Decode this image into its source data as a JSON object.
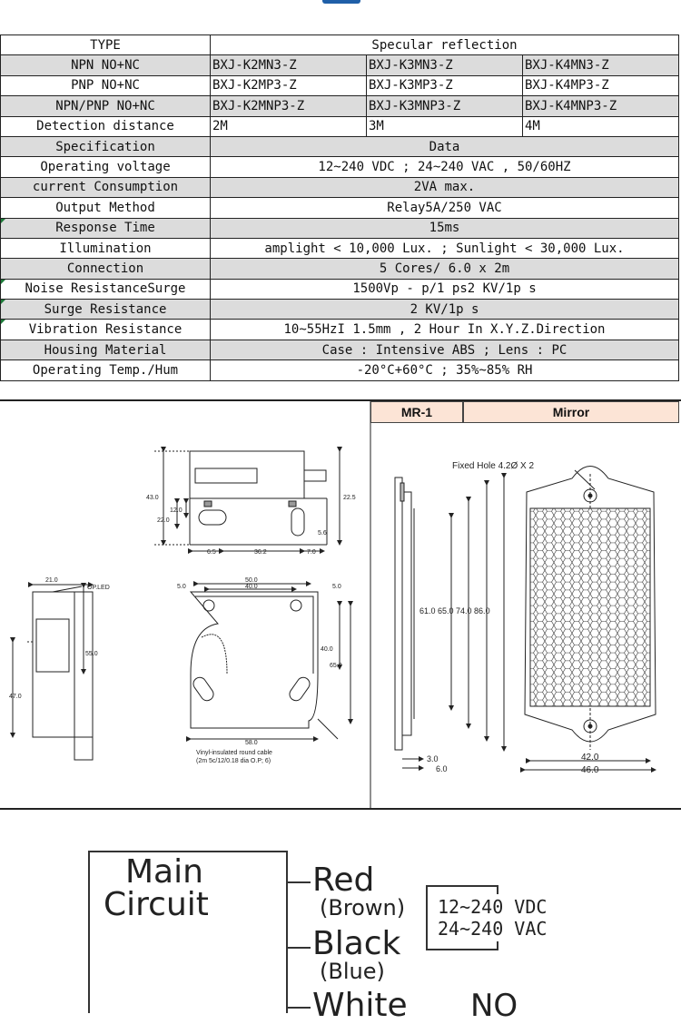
{
  "spec_table": {
    "header": {
      "label": "TYPE",
      "value": "Specular reflection"
    },
    "rows_models": [
      {
        "label": "NPN NO+NC",
        "models": [
          "BXJ-K2MN3-Z",
          "BXJ-K3MN3-Z",
          "BXJ-K4MN3-Z"
        ]
      },
      {
        "label": "PNP NO+NC",
        "models": [
          "BXJ-K2MP3-Z",
          "BXJ-K3MP3-Z",
          "BXJ-K4MP3-Z"
        ]
      },
      {
        "label": "NPN/PNP NO+NC",
        "models": [
          "BXJ-K2MNP3-Z",
          "BXJ-K3MNP3-Z",
          "BXJ-K4MNP3-Z"
        ]
      },
      {
        "label": "Detection distance",
        "models": [
          "2M",
          "3M",
          "4M"
        ]
      }
    ],
    "rows_specs": [
      {
        "label": "Specification",
        "value": "Data"
      },
      {
        "label": "Operating voltage",
        "value": "12~240 VDC ; 24~240 VAC , 50/60HZ"
      },
      {
        "label": "current Consumption",
        "value": "2VA max."
      },
      {
        "label": "Output Method",
        "value": "Relay5A/250 VAC"
      },
      {
        "label": "Response Time",
        "value": "15ms"
      },
      {
        "label": "Illumination",
        "value": "amplight < 10,000 Lux. ; Sunlight < 30,000 Lux."
      },
      {
        "label": "Connection",
        "value": "5 Cores/ 6.0 x 2m"
      },
      {
        "label": "Noise ResistanceSurge",
        "value": "1500Vp - p/1 ps2 KV/1p s"
      },
      {
        "label": "Surge Resistance",
        "value": "2 KV/1p s"
      },
      {
        "label": "Vibration Resistance",
        "value": "10~55HzI 1.5mm , 2 Hour In X.Y.Z.Direction"
      },
      {
        "label": "Housing Material",
        "value": "Case : Intensive ABS ; Lens : PC"
      },
      {
        "label": "Operating Temp./Hum",
        "value": "-20°C+60°C ; 35%~85% RH"
      }
    ]
  },
  "mirror_panel": {
    "model": "MR-1",
    "title": "Mirror",
    "hole_note": "Fixed Hole 4.2Ø X 2",
    "dims_height": "61.0 65.0 74.0 86.0",
    "dim_3": "3.0",
    "dim_6": "6.0",
    "dim_42": "42.0",
    "dim_46": "46.0"
  },
  "sensor_drawing": {
    "d43": "43.0",
    "d12": "12.0",
    "d22": "22.0",
    "d225": "22.5",
    "d56": "5.6",
    "d65": "6.5",
    "d362": "36.2",
    "d70": "7.0",
    "d21": "21.0",
    "opled": "OP.LED",
    "d55": "55.0",
    "d47": "47.0",
    "d5a": "5.0",
    "d50": "50.0",
    "d40": "40.0",
    "d5b": "5.0",
    "d40b": "40.0",
    "d65b": "65.0",
    "d58": "58.0",
    "cable1": "Vinyl-insulated round cable",
    "cable2": "(2m 5c/12/0.18 dia O.P; 6)"
  },
  "wiring": {
    "main1": "Main",
    "main2": "Circuit",
    "red": "Red",
    "brown": "(Brown)",
    "black": "Black",
    "blue": "(Blue)",
    "white": "White",
    "no": "NO",
    "v1": "12~240 VDC",
    "v2": "24~240 VAC"
  }
}
